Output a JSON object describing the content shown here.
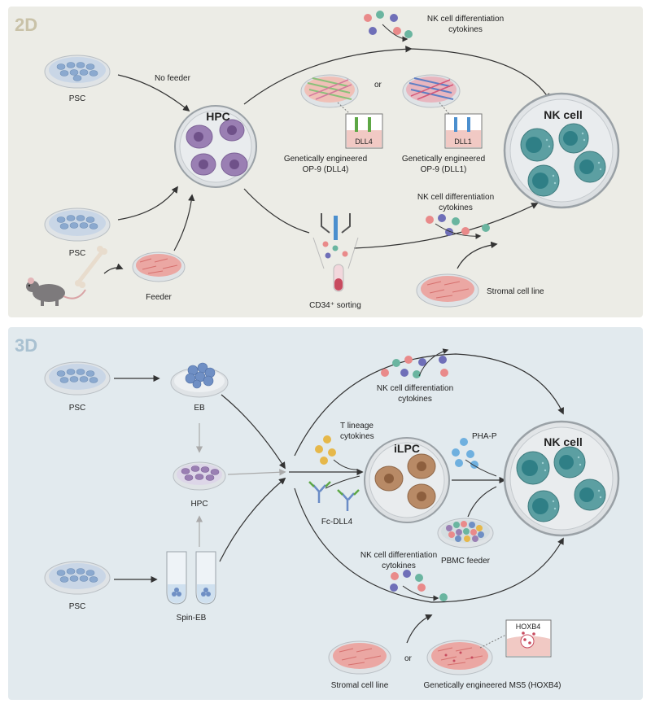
{
  "panel_2d": {
    "tag": "2D",
    "psc_top": "PSC",
    "psc_mid": "PSC",
    "no_feeder": "No feeder",
    "feeder": "Feeder",
    "hpc": "HPC",
    "cyto_top_1": "NK cell differentiation",
    "cyto_top_2": "cytokines",
    "or": "or",
    "dll4": "DLL4",
    "dll1": "DLL1",
    "op9_dll4_1": "Genetically engineered",
    "op9_dll4_2": "OP-9 (DLL4)",
    "op9_dll1_1": "Genetically engineered",
    "op9_dll1_2": "OP-9 (DLL1)",
    "nk_cell": "NK cell",
    "cyto_mid_1": "NK cell differentiation",
    "cyto_mid_2": "cytokines",
    "cd34": "CD34⁺ sorting",
    "stromal": "Stromal cell line"
  },
  "panel_3d": {
    "tag": "3D",
    "psc_top": "PSC",
    "eb": "EB",
    "hpc": "HPC",
    "psc_bottom": "PSC",
    "spin_eb": "Spin-EB",
    "cyto_top_1": "NK cell differentiation",
    "cyto_top_2": "cytokines",
    "t_lineage_1": "T lineage",
    "t_lineage_2": "cytokines",
    "ilpc": "iLPC",
    "fc_dll4": "Fc-DLL4",
    "pha_p": "PHA-P",
    "pbmc": "PBMC feeder",
    "nk_cell": "NK cell",
    "cyto_bottom_1": "NK cell differentiation",
    "cyto_bottom_2": "cytokines",
    "hoxb4": "HOXB4",
    "stromal": "Stromal cell line",
    "or": "or",
    "ms5": "Genetically engineered MS5 (HOXB4)"
  },
  "colors": {
    "panel_2d_bg": "#ecece6",
    "panel_3d_bg": "#e2eaee",
    "tag_2d": "#c9c2a8",
    "tag_3d": "#a9c1d1",
    "hpc_cell": "#9a7fb3",
    "nk_cell": "#5c9fa2",
    "ilpc_cell": "#b88a66",
    "feeder_pink": "#e79a9a",
    "psc_blue": "#8ba9cf"
  }
}
